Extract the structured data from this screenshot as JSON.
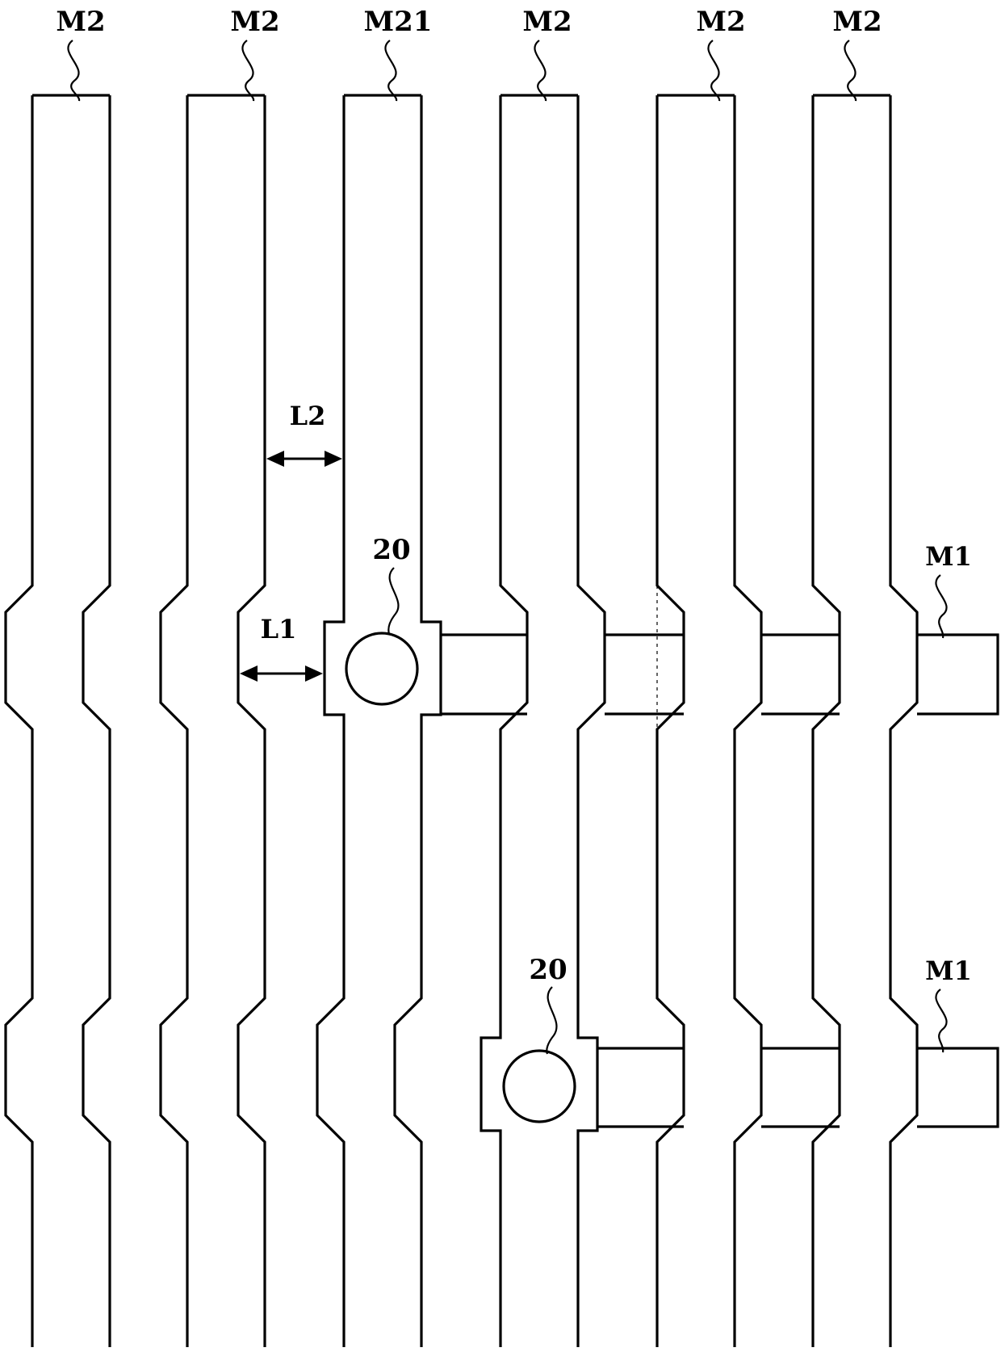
{
  "figure": {
    "line_labels": [
      "M2",
      "M2",
      "M21",
      "M2",
      "M2",
      "M2"
    ],
    "dimension_labels": {
      "upper": "L2",
      "lower": "L1"
    },
    "via_labels": [
      "20",
      "20"
    ],
    "connector_labels": [
      "M1",
      "M1"
    ]
  },
  "colors": {
    "stroke": "#000000",
    "background": "#ffffff"
  }
}
